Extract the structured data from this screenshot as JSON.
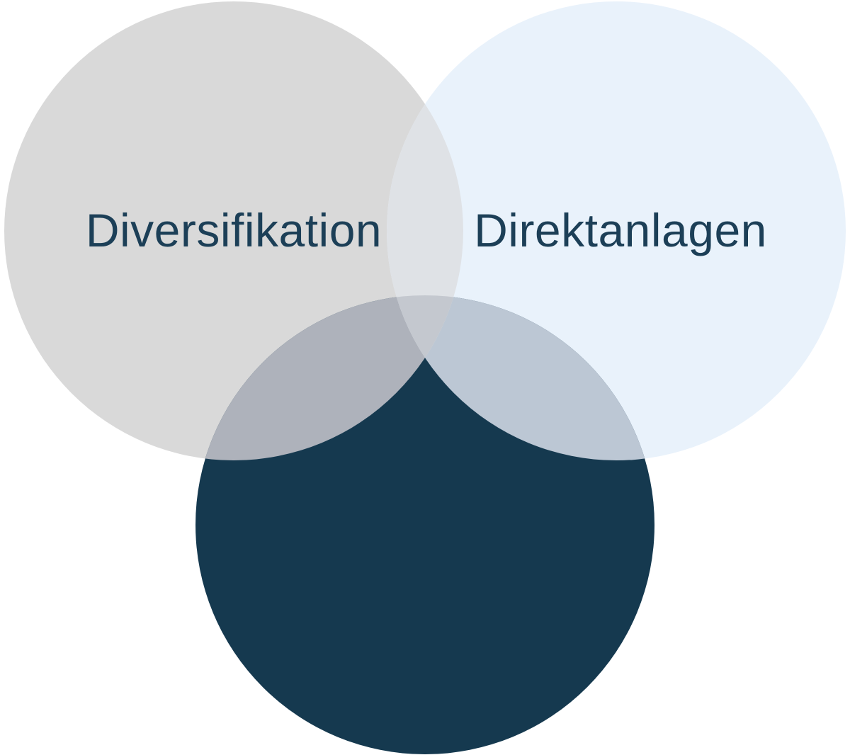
{
  "diagram": {
    "type": "venn-3-circle",
    "labels": {
      "left_circle": "Diversifikation",
      "right_circle": "Direktanlagen"
    }
  },
  "colors": {
    "background": "#ffffff",
    "circle_gray": "#d9d9d9",
    "circle_lightblue": "#e9f2fb",
    "circle_dark": "#15394f",
    "overlap_gray_dark": "#aeb2bb",
    "overlap_lightblue_dark": "#bcc7d4",
    "overlap_gray_lightblue": "#dfe2e6",
    "overlap_all_three": "#c4c8cf",
    "label_text": "#1c3f57"
  }
}
